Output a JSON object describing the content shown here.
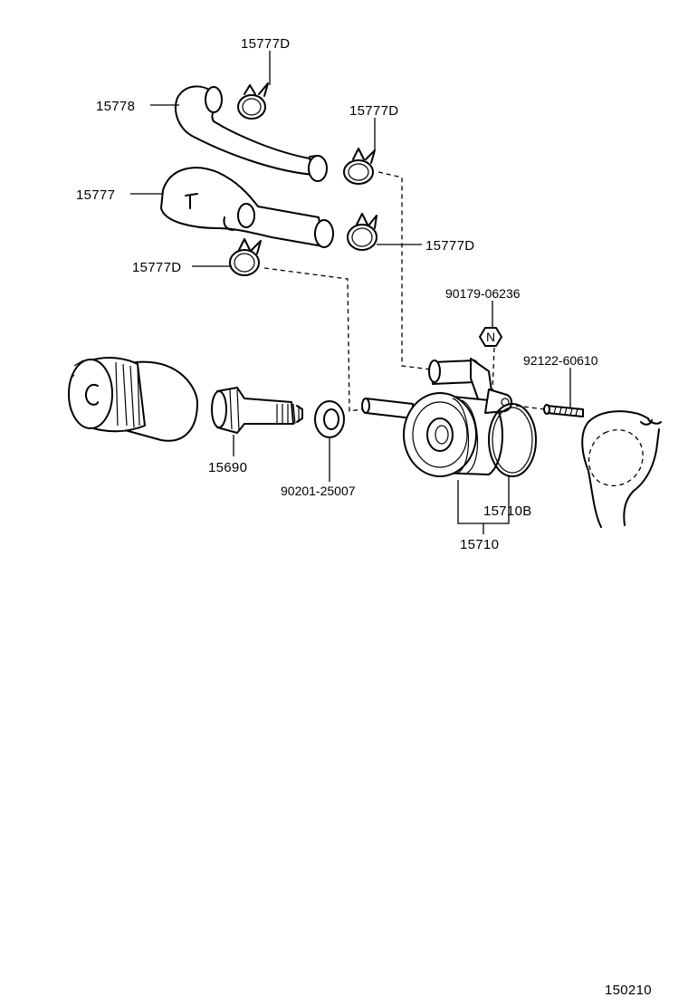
{
  "diagram": {
    "labels": {
      "clamp_top": "15777D",
      "hose_upper": "15778",
      "clamp_right_upper": "15777D",
      "hose_lower": "15777",
      "clamp_right_lower": "15777D",
      "clamp_left_lower": "15777D",
      "nut": "90179-06236",
      "stud": "92122-60610",
      "union_bolt": "15690",
      "gasket": "90201-25007",
      "oil_cooler": "15710",
      "cooler_gasket": "15710B",
      "nut_symbol": "N",
      "drawing_number": "150210"
    },
    "stroke_color": "#000000",
    "background_color": "#ffffff"
  }
}
